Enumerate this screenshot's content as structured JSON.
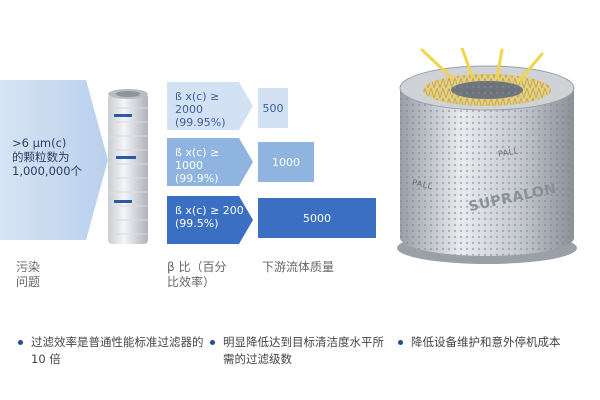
{
  "contamination": {
    "lines": [
      ">6 μm(c)",
      "的颗粒数为",
      "1,000,000个"
    ],
    "caption_lines": [
      "污染",
      "问题"
    ]
  },
  "beta": {
    "items": [
      {
        "label": "ß x(c) ≥ 2000",
        "percent": "(99.95%)"
      },
      {
        "label": "ß x(c) ≥ 1000",
        "percent": "(99.9%)"
      },
      {
        "label": "ß x(c) ≥ 200",
        "percent": "(99.5%)"
      }
    ],
    "caption_lines": [
      "β 比（百分",
      "比效率）"
    ]
  },
  "quality": {
    "values": [
      "500",
      "1000",
      "5000"
    ],
    "caption": "下游流体质量"
  },
  "illustration": {
    "pall_logo": "PALL",
    "brand": "SUPRALON"
  },
  "bullets": [
    {
      "text": "过滤效率是普通性能标准过滤器的 10 倍"
    },
    {
      "text": "明显降低达到目标清洁度水平所需的过滤级数"
    },
    {
      "text": "降低设备维护和意外停机成本"
    }
  ],
  "colors": {
    "light_blue": "#c9dcf0",
    "mid_blue": "#8fb4e0",
    "dark_blue": "#3a6fc2",
    "bullet_dot": "#1f4e99"
  }
}
